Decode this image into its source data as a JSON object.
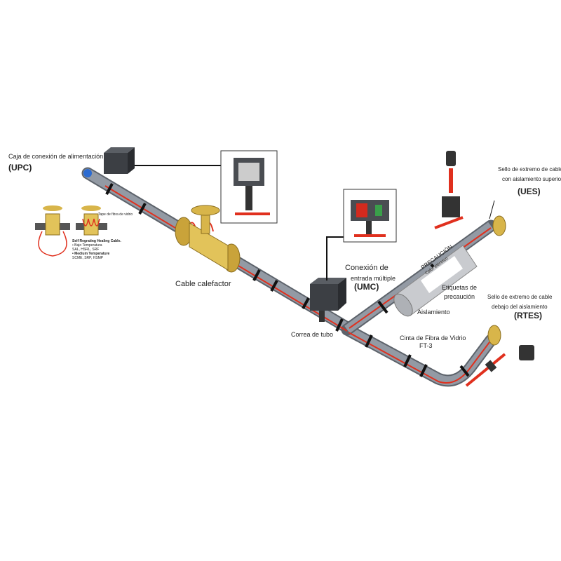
{
  "labels": {
    "upc_line1": "Caja de conexión de alimentación",
    "upc_code": "(UPC)",
    "umc_line1": "Conexión de",
    "umc_line2": "entrada múltiple",
    "umc_code": "(UMC)",
    "cable": "Cable calefactor",
    "strap": "Correa de tubo",
    "tape_line1": "Cinta de Fibra de Vidrio",
    "tape_line2": "FT-3",
    "insulation": "Aislamiento",
    "caution_labels_1": "Etiquetas de",
    "caution_labels_2": "precaución",
    "ues_line1": "Sello de extremo de cable",
    "ues_line2": "con aislamiento superior",
    "ues_code": "(UES)",
    "rtes_line1": "Sello de extremo de cable",
    "rtes_line2": "debajo del aislamiento",
    "rtes_code": "(RTES)",
    "caution_title": "PRECAUCIÓN",
    "caution_sub": "Calor eléctrico"
  },
  "valve_inset": {
    "tape_note": "Tape de fibra de vidrio",
    "cable_title": "Self Regrating Healing Cable.",
    "low_temp": "• Bajo Temperatura",
    "low_temp_models": "SAL, HSRL, SRF",
    "med_temp": "• Medium Temperature",
    "med_temp_models": "SCME, SRP, HSMP"
  },
  "colors": {
    "pipe": "#8f959e",
    "cable": "#e0301e",
    "brass": "#d8b54a",
    "box": "#3c3f44"
  }
}
